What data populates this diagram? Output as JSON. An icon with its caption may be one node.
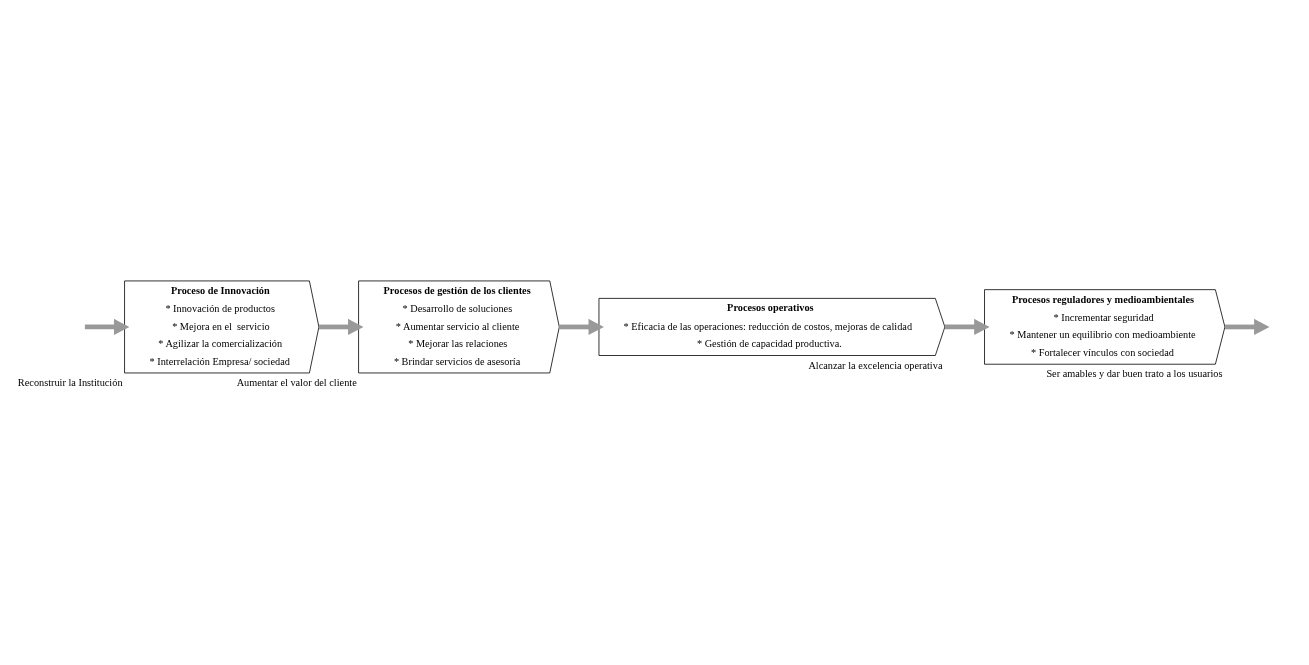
{
  "diagram": {
    "nodes": [
      {
        "text": [
          "Proceso de Innovación",
          "* Innovación de productos",
          "* Mejora en el  servicio",
          "* Agilizar la comercialización",
          "* Interrelación Empresa/ sociedad"
        ],
        "beside": [
          "Reconstruir la Institución"
        ]
      },
      {
        "text": [
          "Procesos de gestión de los clientes",
          "* Desarrollo de soluciones",
          "* Aumentar servicio al cliente",
          "* Mejorar las relaciones",
          "* Brindar servicios de asesoría"
        ],
        "beside": [
          "Aumentar el valor del cliente"
        ]
      },
      {
        "text": [
          "Procesos operativos",
          "* Eficacia de las operaciones: reducción de costos, mejoras de calidad",
          "* Gestión de capacidad productiva."
        ],
        "beside": [
          "Alcanzar la excelencia operativa"
        ]
      },
      {
        "text": [
          "Procesos reguladores y medioambientales",
          "* Incrementar seguridad",
          "* Mantener un equilibrio con medioambiente",
          "* Fortalecer vínculos con sociedad"
        ],
        "beside": [
          "Ser amables y dar buen trato a los usuarios"
        ]
      }
    ],
    "edges": [
      {
        "from": null,
        "to": 0,
        "arrow": "to"
      },
      {
        "from": 0,
        "to": 1,
        "arrow": "to"
      },
      {
        "from": 1,
        "to": 2,
        "arrow": "to"
      },
      {
        "from": 2,
        "to": 3,
        "arrow": "to"
      },
      {
        "from": 3,
        "to": null,
        "arrow": "to"
      }
    ]
  }
}
